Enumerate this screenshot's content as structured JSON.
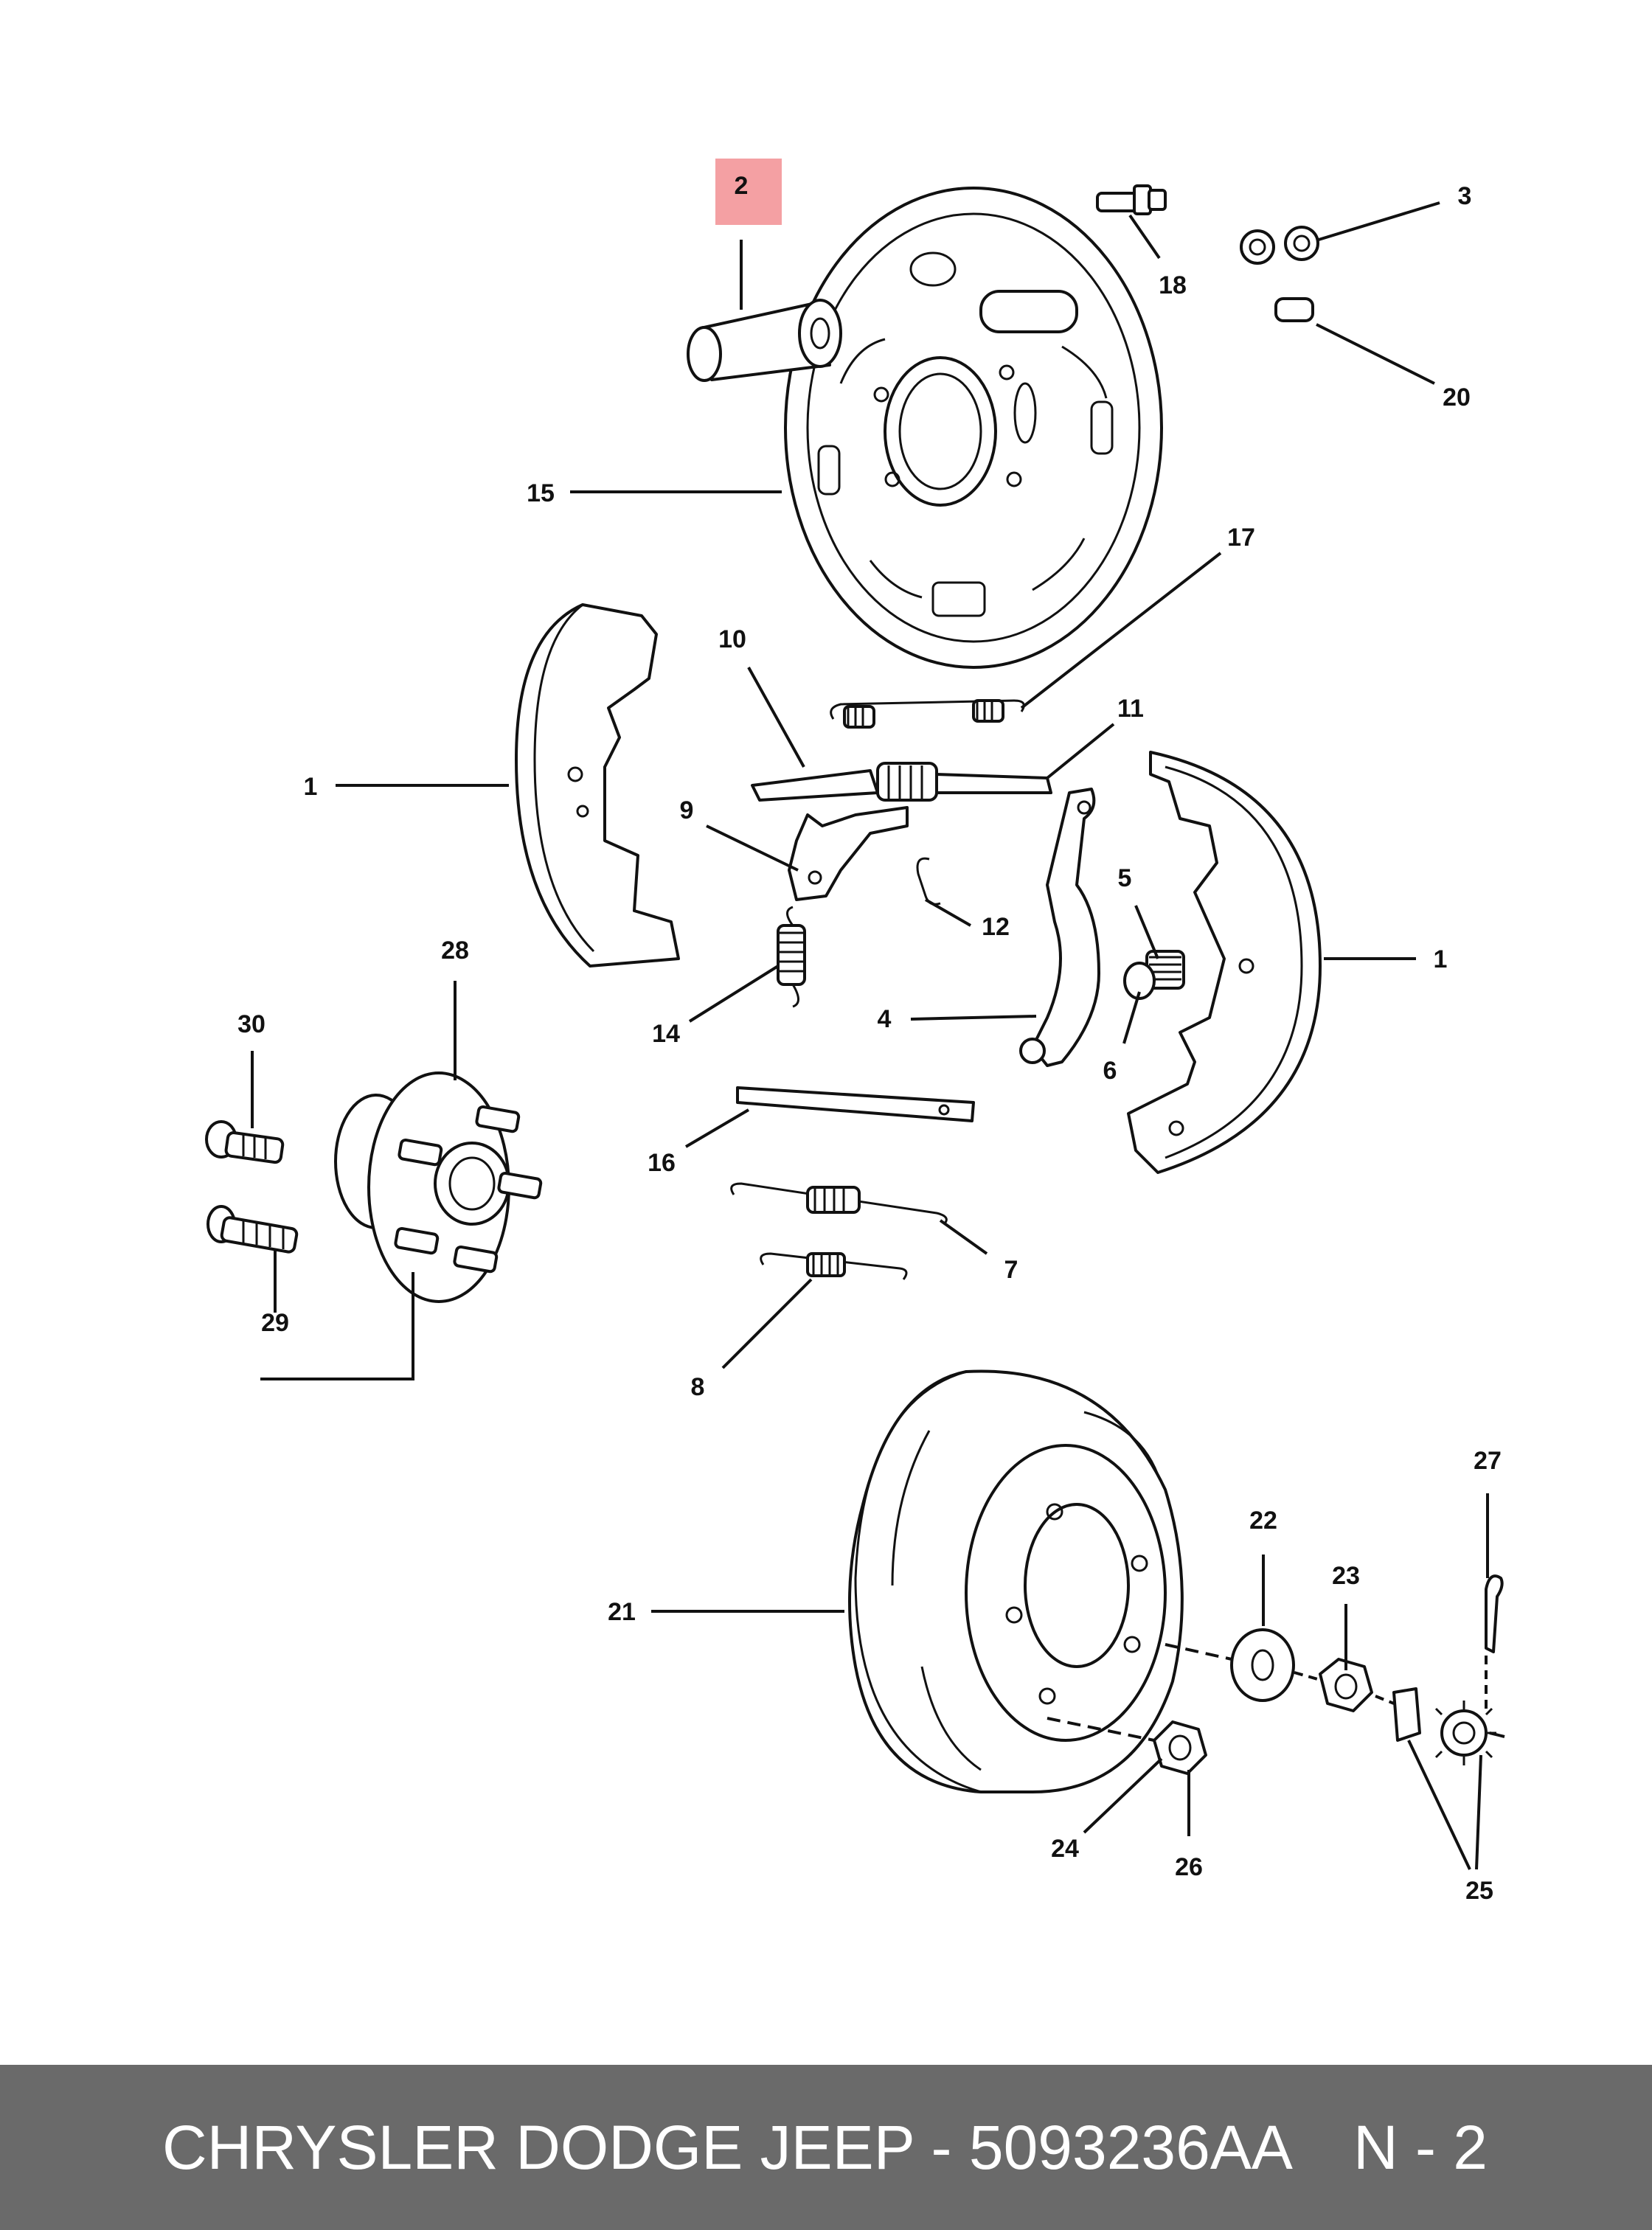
{
  "callouts": {
    "c1a": "1",
    "c1b": "1",
    "c2": "2",
    "c3": "3",
    "c4": "4",
    "c5": "5",
    "c6": "6",
    "c7": "7",
    "c8": "8",
    "c9": "9",
    "c10": "10",
    "c11": "11",
    "c12": "12",
    "c14": "14",
    "c15": "15",
    "c16": "16",
    "c17": "17",
    "c18": "18",
    "c20": "20",
    "c21": "21",
    "c22": "22",
    "c23": "23",
    "c24": "24",
    "c25": "25",
    "c26": "26",
    "c27": "27",
    "c28": "28",
    "c29": "29",
    "c30": "30"
  },
  "highlighted_part": "2",
  "highlight_color": "#f4a0a3",
  "footer": {
    "part_line": "CHRYSLER DODGE JEEP - 5093236AA",
    "code": "N - 2",
    "background": "#6a6a6a",
    "text_color": "#ffffff"
  }
}
